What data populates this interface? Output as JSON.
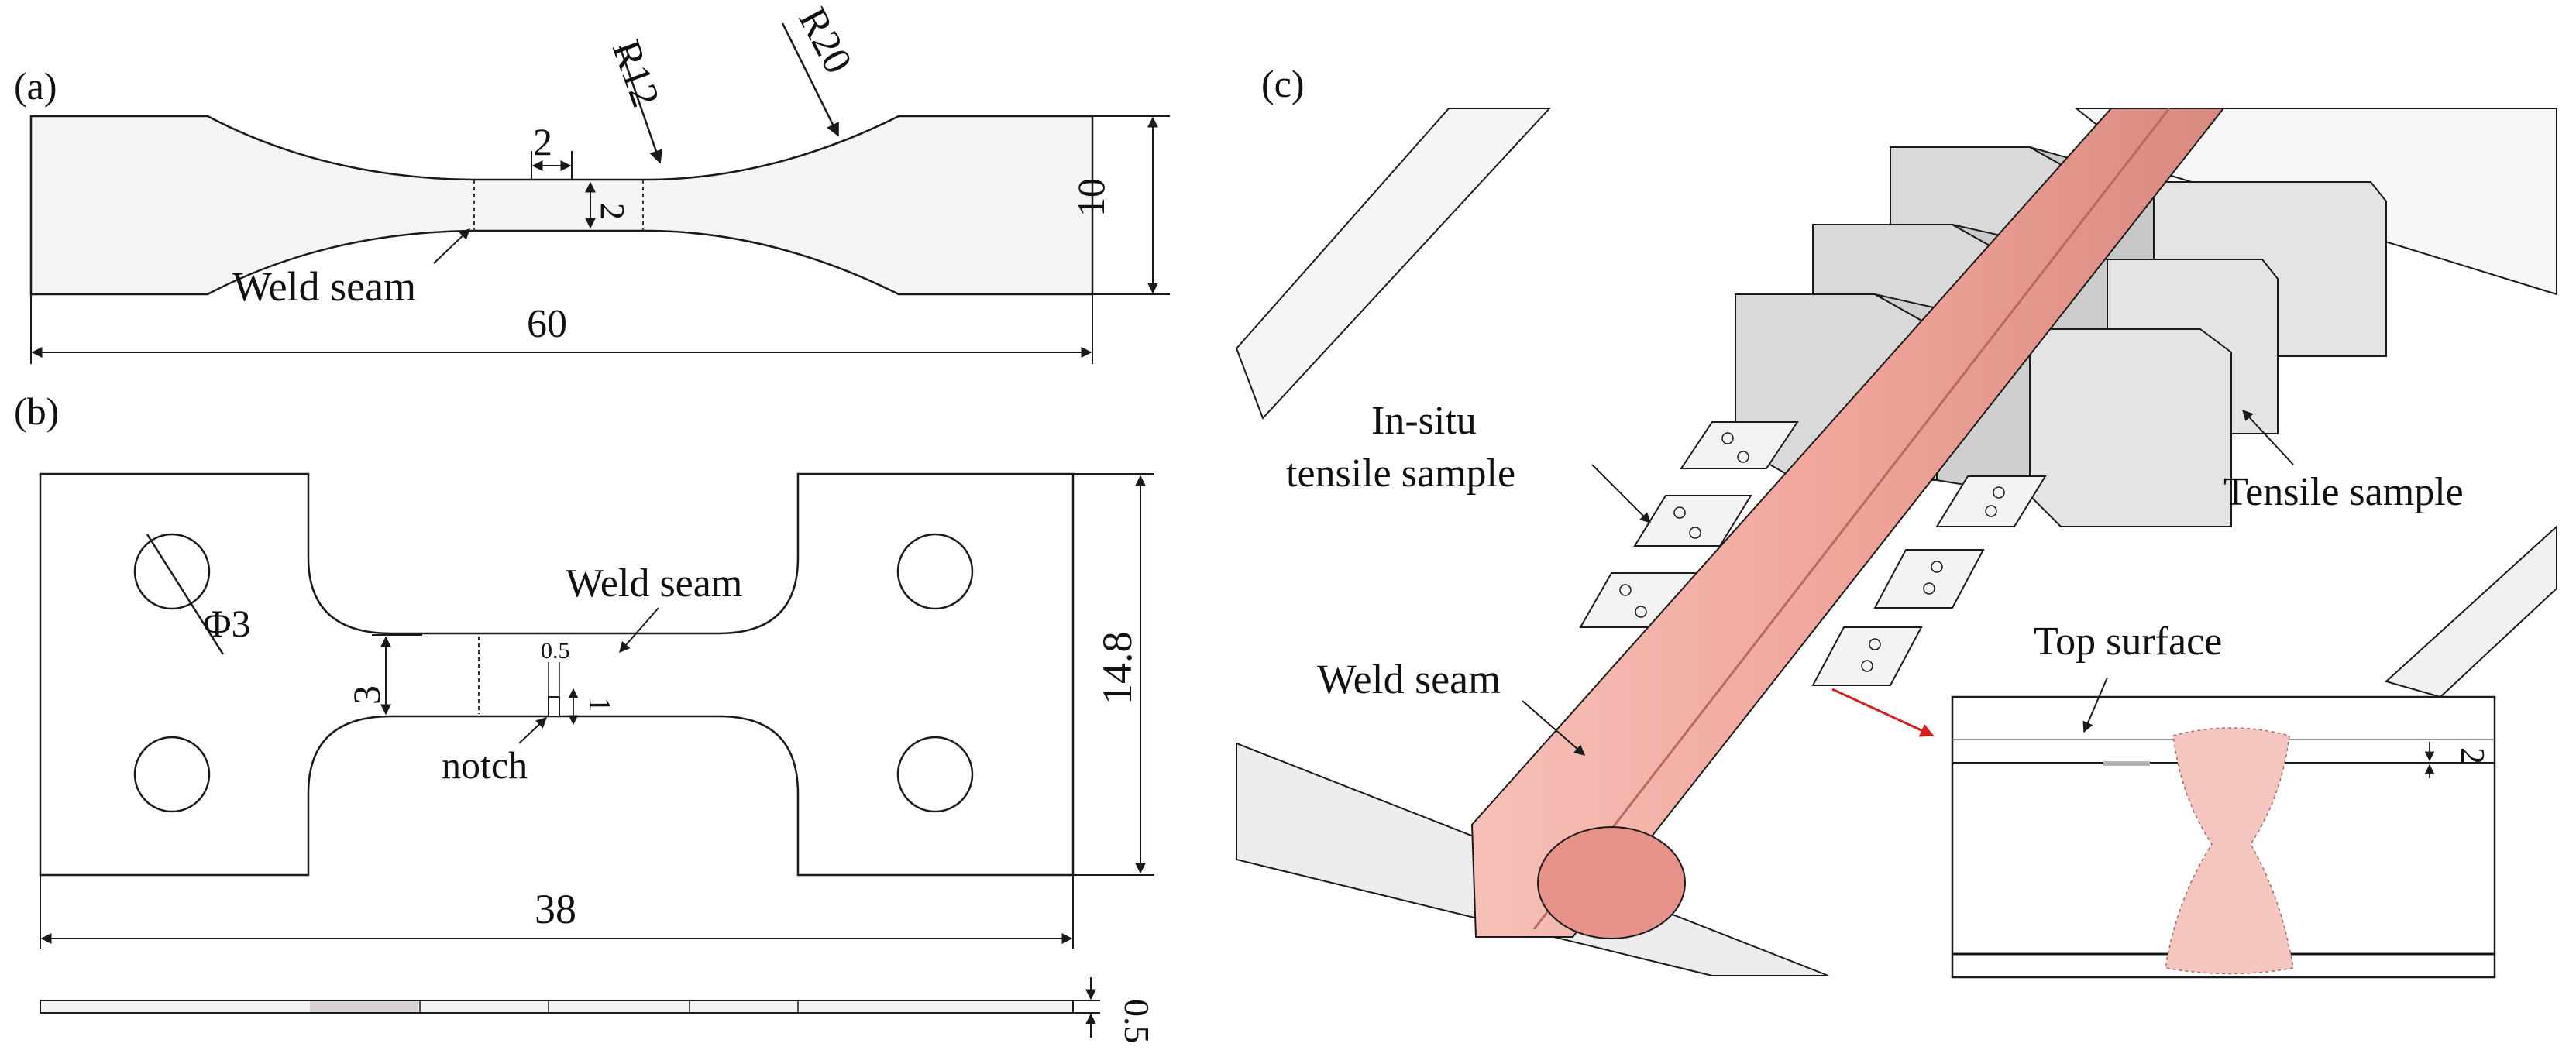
{
  "panels": {
    "a": {
      "label": "(a)",
      "dims": {
        "width_top": "2",
        "width_side": "2",
        "radius_small": "R12",
        "radius_large": "R20",
        "height": "10",
        "length": "60"
      },
      "weld_seam": "Weld seam"
    },
    "b": {
      "label": "(b)",
      "dims": {
        "hole": "Φ3",
        "gauge_width": "3",
        "notch_width": "0.5",
        "notch_depth": "1",
        "height": "14.8",
        "length": "38",
        "thickness": "0.5"
      },
      "weld_seam": "Weld seam",
      "notch": "notch"
    },
    "c": {
      "label": "(c)",
      "insitu_line1": "In-situ",
      "insitu_line2": "tensile sample",
      "tensile_sample": "Tensile sample",
      "weld_seam": "Weld seam",
      "top_surface": "Top surface",
      "depth": "2"
    }
  },
  "colors": {
    "weld": "#f0a9a0",
    "weld_dark": "#d9807a",
    "metal": "#e6e6e6",
    "metal_dark": "#bdbdbd",
    "ink": "#1a1a1a",
    "arrow_red": "#d32020"
  }
}
